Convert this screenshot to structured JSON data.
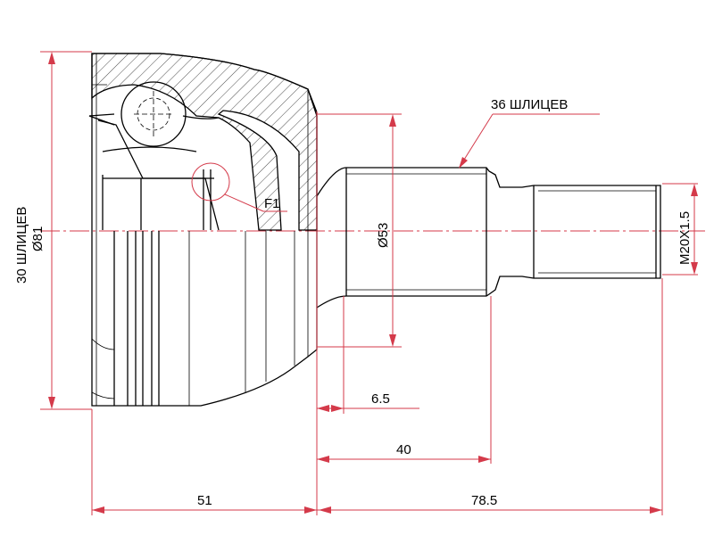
{
  "labels": {
    "splines_shaft": "30 ШЛИЦЕВ",
    "outer_diameter": "Ø81",
    "splines_hub": "36 ШЛИЦЕВ",
    "fit_marker": "F1",
    "hub_diameter": "Ø53",
    "thread": "M20X1.5",
    "dim_small": "6.5",
    "dim_spline_length": "40",
    "dim_body_length": "51",
    "dim_stub_length": "78.5"
  },
  "colors": {
    "outline": "#000000",
    "dimension": "#d43a4a"
  }
}
